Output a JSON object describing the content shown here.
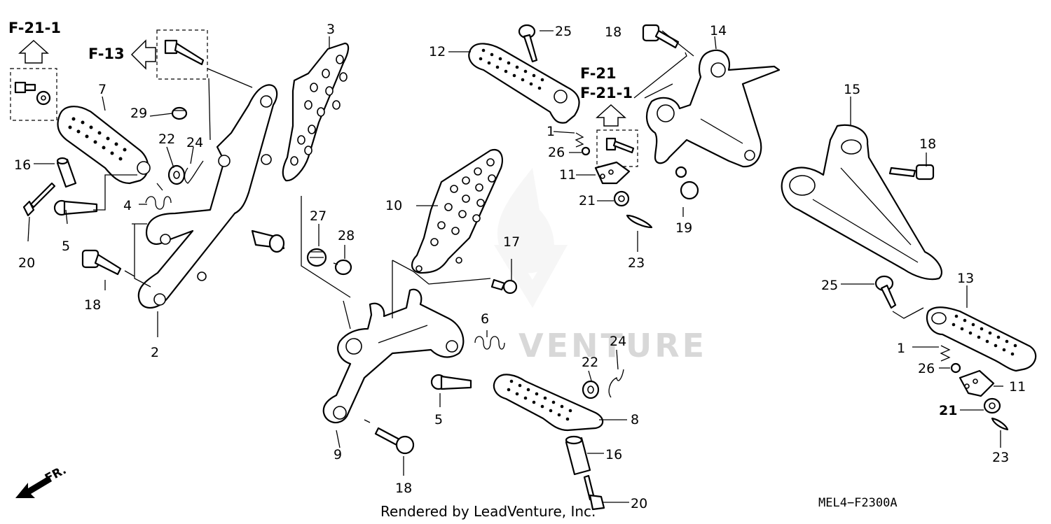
{
  "diagram": {
    "refs": {
      "f21_1_top": "F-21-1",
      "f13": "F-13",
      "f21": "F-21",
      "f21_1_mid": "F-21-1"
    },
    "callouts": {
      "c1a": "1",
      "c1b": "1",
      "c2": "2",
      "c3": "3",
      "c4": "4",
      "c5a": "5",
      "c5b": "5",
      "c6": "6",
      "c7": "7",
      "c8": "8",
      "c9": "9",
      "c10": "10",
      "c11a": "11",
      "c11b": "11",
      "c12": "12",
      "c13": "13",
      "c14": "14",
      "c15": "15",
      "c16a": "16",
      "c16b": "16",
      "c17": "17",
      "c18a": "18",
      "c18b": "18",
      "c18c": "18",
      "c18d": "18",
      "c19": "19",
      "c20a": "20",
      "c20b": "20",
      "c21a": "21",
      "c21b": "21",
      "c22a": "22",
      "c22b": "22",
      "c23a": "23",
      "c23b": "23",
      "c24a": "24",
      "c24b": "24",
      "c25a": "25",
      "c25b": "25",
      "c26a": "26",
      "c26b": "26",
      "c27": "27",
      "c28": "28",
      "c29": "29"
    },
    "front_label": "FR.",
    "watermark": "VENTURE",
    "credit": "Rendered by LeadVenture, Inc.",
    "diagram_code": "MEL4−F2300A"
  }
}
